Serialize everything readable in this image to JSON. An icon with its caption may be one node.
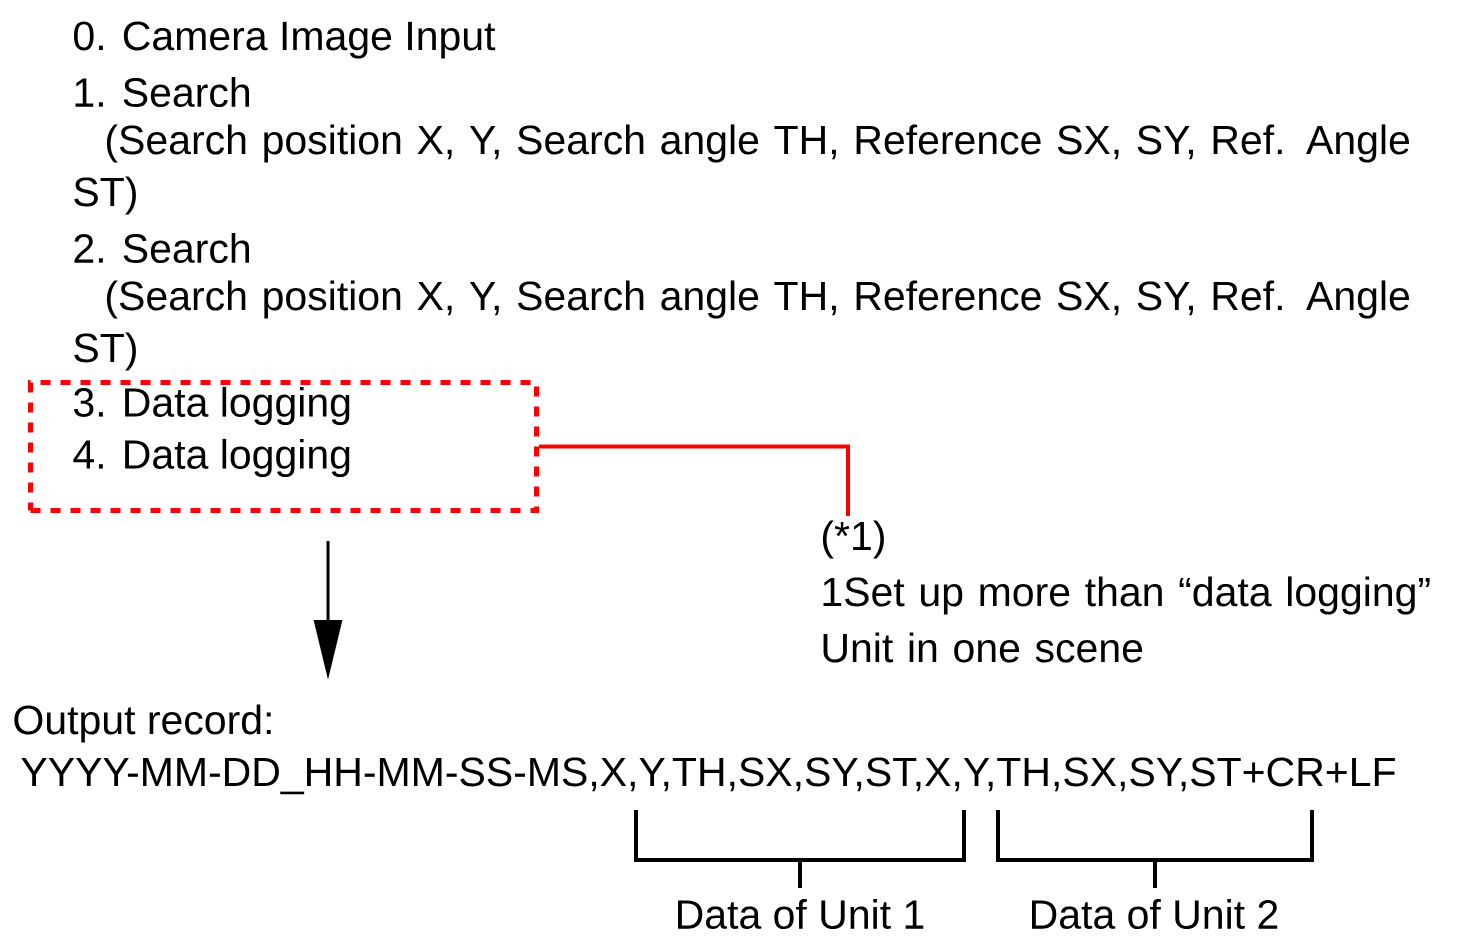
{
  "diagram": {
    "nodes": [
      {
        "text": [
          "3. Data logging",
          "4. Data logging"
        ]
      },
      {
        "text": [
          "(*1)",
          "1Set up more than “data logging” Unit in one scene"
        ]
      },
      {
        "text": [
          "Output record:",
          "YYYY-MM-DD_HH-MM-SS-MS,X,Y,TH,SX,SY,ST,X,Y,TH,SX,SY,ST+CR+LF"
        ]
      }
    ],
    "edges": [
      {
        "from": 0,
        "to": 1,
        "arrow": "none",
        "color": "#ff0000"
      },
      {
        "from": 0,
        "to": 2,
        "arrow": "to",
        "color": "#000000"
      }
    ],
    "labels": [
      "0. Camera Image Input",
      "1. Search",
      "(Search position X, Y, Search angle TH, Reference SX, SY, Ref. Angle ST)",
      "2. Search",
      "(Search position X, Y, Search angle TH, Reference SX, SY, Ref. Angle ST)",
      "Data of Unit 1",
      "Data of Unit 2"
    ]
  }
}
